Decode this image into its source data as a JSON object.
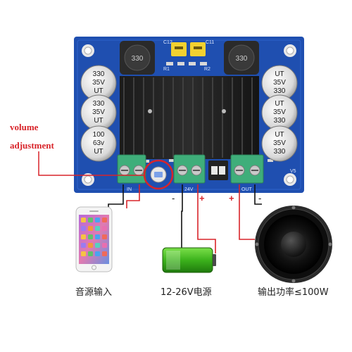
{
  "annotation": {
    "line1": "volume",
    "line2": "adjustment",
    "color": "#d8242a"
  },
  "capacitors": {
    "left": [
      {
        "lines": [
          "330",
          "35V",
          "UT"
        ]
      },
      {
        "lines": [
          "330",
          "35V",
          "UT"
        ]
      },
      {
        "lines": [
          "100",
          "63v",
          "UT"
        ]
      }
    ],
    "right": [
      {
        "lines": [
          "UT",
          "35V",
          "330"
        ]
      },
      {
        "lines": [
          "UT",
          "35V",
          "330"
        ]
      },
      {
        "lines": [
          "UT",
          "35V",
          "330"
        ]
      }
    ]
  },
  "inductors": [
    "330",
    "330"
  ],
  "board": {
    "terminal_labels": {
      "in": "IN",
      "power": "24V",
      "out": "OUT"
    },
    "pcb_color": "#1f4fb0",
    "terminal_color": "#3fae7a"
  },
  "polarity": {
    "minus": "-",
    "plus": "+"
  },
  "captions": {
    "input": "音源输入",
    "power": "12-26V电源",
    "output": "输出功率≤100W"
  }
}
